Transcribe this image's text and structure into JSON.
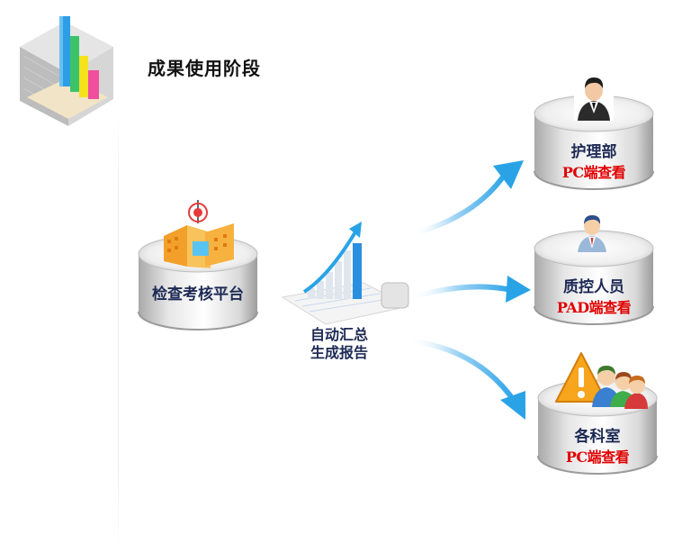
{
  "page": {
    "title": "成果使用阶段"
  },
  "source": {
    "label": "检查考核平台"
  },
  "report": {
    "line1": "自动汇总",
    "line2": "生成报告"
  },
  "targets": [
    {
      "name": "护理部",
      "channel": "PC端查看",
      "icon": "manager-avatar-icon"
    },
    {
      "name": "质控人员",
      "channel": "PAD端查看",
      "icon": "staff-avatar-icon"
    },
    {
      "name": "各科室",
      "channel": "PC端查看",
      "icon": "warning-group-icon"
    }
  ],
  "colors": {
    "accent_red": "#e10000",
    "label_navy": "#1d2a55",
    "arrow_blue": "#2aa3e6",
    "cylinder_gray": "#cfcfcf"
  }
}
